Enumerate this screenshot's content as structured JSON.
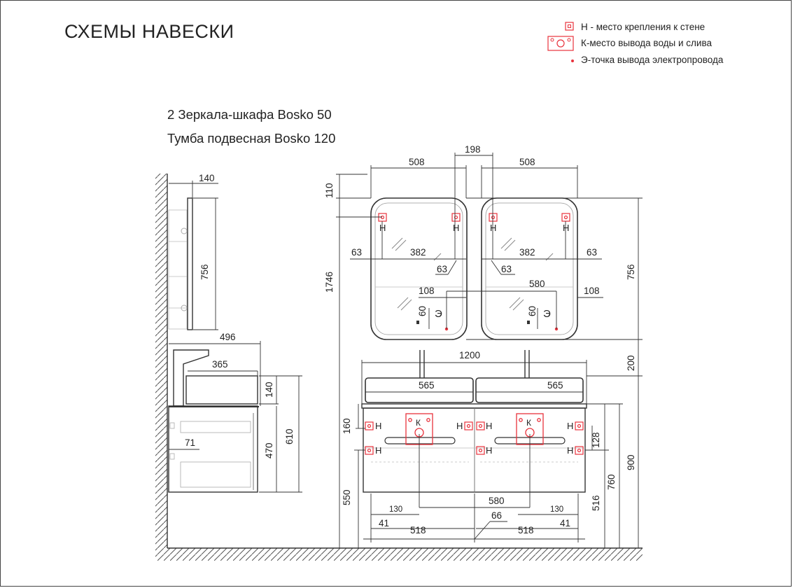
{
  "title": "СХЕМЫ НАВЕСКИ",
  "subtitle_lines": [
    "2 Зеркала-шкафа Bosko 50",
    "Тумба подвесная Bosko 120"
  ],
  "legend": [
    {
      "text": "Н - место крепления к стене",
      "icon": "wall-mount-square-icon"
    },
    {
      "text": "К-место вывода воды и слива",
      "icon": "water-drain-outlet-icon"
    },
    {
      "text": "Э-точка вывода электропровода",
      "icon": "electric-point-icon"
    }
  ],
  "colors": {
    "accent_red": "#e8323c",
    "line": "#333333",
    "faint": "#9a9a9a"
  },
  "markers": {
    "mount": "Н",
    "water": "К",
    "electric": "Э"
  },
  "dimensions": {
    "side_mirror_depth": "140",
    "side_mirror_height": "756",
    "side_vanity_depth": "496",
    "side_basin_depth": "365",
    "side_basin_height": "140",
    "side_cabinet_height": "470",
    "side_total_height": "610",
    "side_drawer_offset": "71",
    "mirror_gap": "198",
    "mirror_width_left": "508",
    "mirror_width_right": "508",
    "mirror_top_offset": "110",
    "mirror_height": "756",
    "mirror_total_height": "1746",
    "mirror_mount_spacing_left": "382",
    "mirror_mount_spacing_right": "382",
    "mirror_mount_side_left": "63",
    "mirror_mount_side_right": "63",
    "mirror_mount_diag_left": "63",
    "mirror_mount_diag_right": "63",
    "electric_spacing": "580",
    "electric_side_left": "108",
    "electric_side_right": "108",
    "electric_height_left": "60",
    "electric_height_right": "60",
    "mirror_to_vanity_gap": "200",
    "vanity_width": "1200",
    "basin_width_left": "565",
    "basin_width_right": "565",
    "vanity_mount_height": "160",
    "vanity_mount_spacing": "128",
    "vanity_mount_floor": "550",
    "vanity_floor_right": "516",
    "vanity_body_height": "760",
    "vanity_total_height": "900",
    "drain_spacing": "580",
    "drain_side_left": "130",
    "drain_side_right": "130",
    "cabinet_width_left": "518",
    "cabinet_width_right": "518",
    "cabinet_offset_left": "41",
    "cabinet_offset_right": "41",
    "cabinet_gap": "66"
  }
}
